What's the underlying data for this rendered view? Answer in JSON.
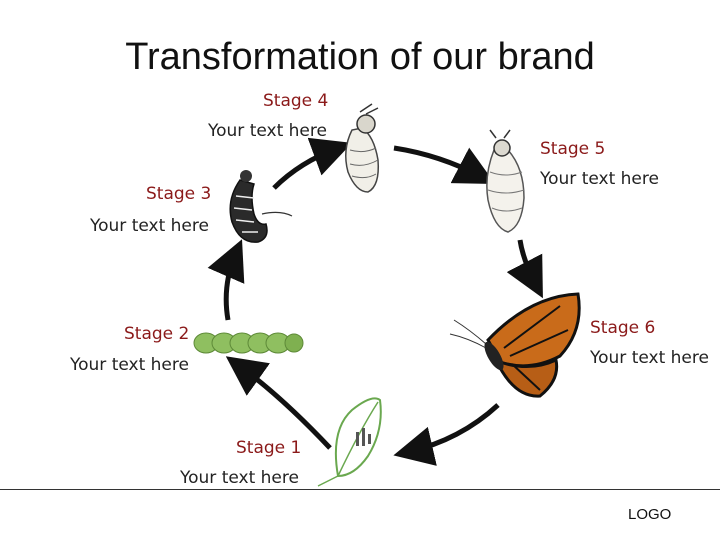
{
  "title": "Transformation of our brand",
  "stages": [
    {
      "id": 1,
      "label": "Stage 1",
      "text": "Your text here",
      "image": "leaf"
    },
    {
      "id": 2,
      "label": "Stage 2",
      "text": "Your text here",
      "image": "caterpillar"
    },
    {
      "id": 3,
      "label": "Stage 3",
      "text": "Your text here",
      "image": "curled-caterpillar"
    },
    {
      "id": 4,
      "label": "Stage 4",
      "text": "Your text here",
      "image": "chrysalis-forming"
    },
    {
      "id": 5,
      "label": "Stage 5",
      "text": "Your text here",
      "image": "chrysalis"
    },
    {
      "id": 6,
      "label": "Stage 6",
      "text": "Your text here",
      "image": "butterfly"
    }
  ],
  "colors": {
    "stage_label": "#8b1a1a",
    "arrow": "#111111"
  },
  "footer": {
    "logo": "LOGO"
  }
}
